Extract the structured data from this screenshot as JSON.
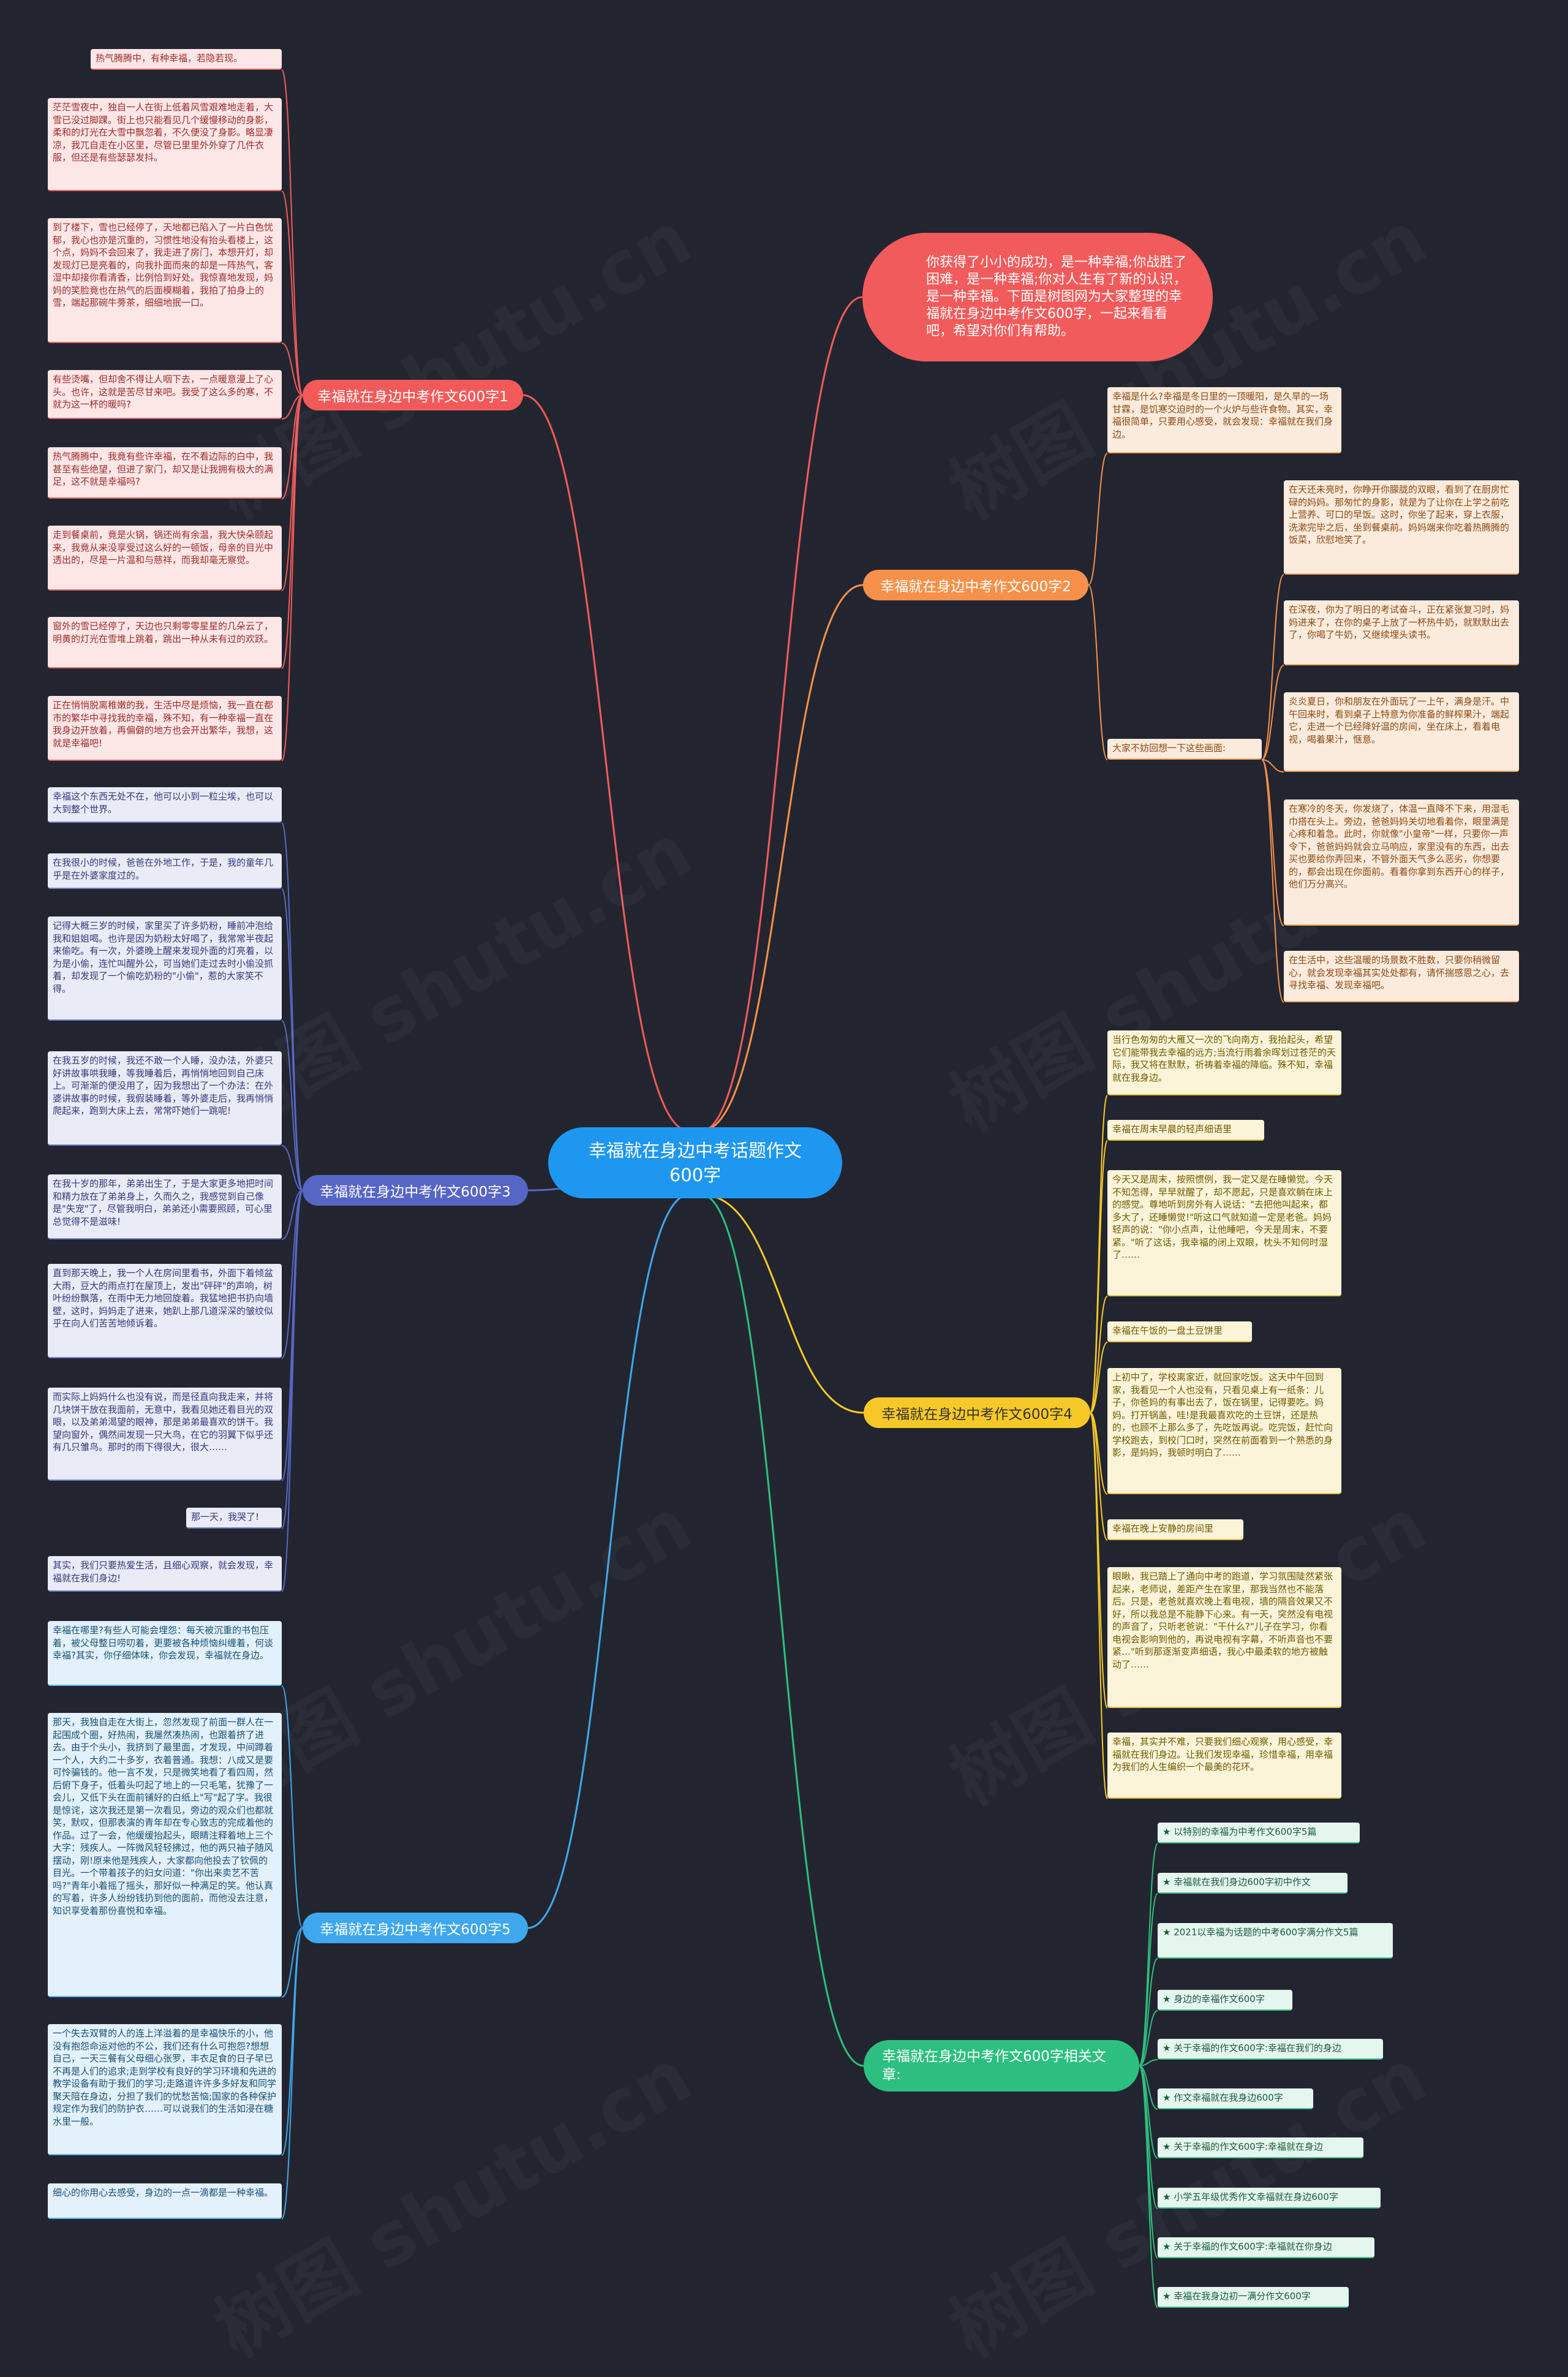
{
  "colors": {
    "background": "#22252f",
    "root": "#1e97f0",
    "intro": "#f15b5b",
    "branch1": "#f25a5a",
    "branch2": "#f7904a",
    "branch3": "#5766c4",
    "branch4": "#f7c928",
    "branch5": "#3fa8ec",
    "branch6": "#2dbf80"
  },
  "root": "幸福就在身边中考话题作文600字",
  "intro": "你获得了小小的成功，是一种幸福;你战胜了困难，是一种幸福;你对人生有了新的认识，是一种幸福。下面是树图网为大家整理的幸福就在身边中考作文600字，一起来看看吧，希望对你们有帮助。",
  "watermark": "树图 shutu.cn",
  "branches": [
    {
      "label": "幸福就在身边中考作文600字1",
      "leaves": [
        "热气腾腾中，有种幸福，若隐若现。",
        "茫茫雪夜中，独自一人在街上低着风雪艰难地走着，大雪已没过脚踝。街上也只能看见几个缓慢移动的身影，柔和的灯光在大雪中飘忽着，不久便没了身影。略显凄凉，我兀自走在小区里，尽管已里里外外穿了几件衣服，但还是有些瑟瑟发抖。",
        "到了楼下，雪也已经停了，天地都已陷入了一片白色忧郁，我心也亦是沉重的，习惯性地没有抬头看楼上，这个点，妈妈不会回来了，我走进了房门，本想开灯，却发现灯已是亮着的，向我扑面而来的却是一阵热气，客湿中却接你看清香，比例恰到好处。我惊喜地发现，妈妈的笑脸竟也在热气的后面模糊着，我拍了拍身上的雪，端起那碗牛蒡茶，细细地抿一口。",
        "有些烫嘴，但却舍不得让人咽下去，一点暖意漫上了心头。也许，这就是苦尽甘来吧。我受了这么多的寒，不就为这一杯的暖吗?",
        "热气腾腾中，我竟有些许幸福，在不看边际的白中，我甚至有些绝望，但进了家门，却又是让我拥有极大的满足，这不就是幸福吗?",
        "走到餐桌前，竟是火锅，锅还尚有余温，我大快朵颐起来，我竟从来没享受过这么好的一顿饭，母亲的目光中透出的，尽是一片温和与慈祥，而我却毫无察觉。",
        "窗外的雪已经停了，天边也只剩零零星星的几朵云了，明黄的灯光在雪堆上跳着，跳出一种从未有过的欢跃。",
        "正在悄悄脱离稚嫩的我，生活中尽是烦恼，我一直在都市的繁华中寻找我的幸福，殊不知，有一种幸福一直在我身边开放着，再偏僻的地方也会开出繁华，我想，这就是幸福吧!"
      ]
    },
    {
      "label": "幸福就在身边中考作文600字2",
      "leaves": [
        "幸福是什么?幸福是冬日里的一顶暖阳，是久旱的一场甘霖，是饥寒交迫时的一个火炉与些许食物。其实，幸福很简单，只要用心感受，就会发现：幸福就在我们身边。",
        "大家不妨回想一下这些画面:"
      ],
      "subleaves": [
        "在天还未亮时，你睁开你朦胧的双眼，看到了在厨房忙碌的妈妈。那匆忙的身影，就是为了让你在上学之前吃上营养、可口的早饭。这时，你坐了起来，穿上衣服，洗漱完毕之后，坐到餐桌前。妈妈端来你吃着热腾腾的饭菜，欣慰地笑了。",
        "在深夜，你为了明日的考试奋斗，正在紧张复习时，妈妈进来了，在你的桌子上放了一杯热牛奶，就默默出去了，你喝了牛奶，又继续埋头读书。",
        "炎炎夏日，你和朋友在外面玩了一上午，满身是汗。中午回来时，看到桌子上特意为你准备的鲜榨果汁，端起它，走进一个已经降好温的房间，坐在床上，看着电视，喝着果汁，惬意。",
        "在寒冷的冬天，你发烧了，体温一直降不下来，用湿毛巾搭在头上。旁边，爸爸妈妈关切地看着你，眼里满是心疼和着急。此时，你就像\"小皇帝\"一样，只要你一声令下，爸爸妈妈就会立马响应，家里没有的东西，出去买也要给你弄回来，不管外面天气多么恶劣，你想要的，都会出现在你面前。看着你拿到东西开心的样子，他们万分高兴。",
        "在生活中，这些温暖的场景数不胜数，只要你稍微留心，就会发现幸福其实处处都有，请怀揣感恩之心，去寻找幸福、发现幸福吧。"
      ]
    },
    {
      "label": "幸福就在身边中考作文600字3",
      "leaves": [
        "幸福这个东西无处不在，他可以小到一粒尘埃，也可以大到整个世界。",
        "在我很小的时候，爸爸在外地工作，于是，我的童年几乎是在外婆家度过的。",
        "记得大概三岁的时候，家里买了许多奶粉，睡前冲泡给我和姐姐喝。也许是因为奶粉太好喝了，我常常半夜起来偷吃。有一次，外婆晚上醒来发现外面的灯亮着，以为是小偷，连忙叫醒外公，可当她们走过去时小偷没抓着，却发现了一个偷吃奶粉的\"小偷\"，惹的大家笑不得。",
        "在我五岁的时候，我还不敢一个人睡，没办法，外婆只好讲故事哄我睡，等我睡着后，再悄悄地回到自己床上。可渐渐的便没用了，因为我想出了一个办法：在外婆讲故事的时候，我假装睡着，等外婆走后，我再悄悄爬起来，跑到大床上去，常常吓她们一跳呢!",
        "在我十岁的那年，弟弟出生了，于是大家更多地把时间和精力放在了弟弟身上，久而久之，我感觉到自己像是\"失宠\"了，尽管我明白，弟弟还小需要照顾，可心里总觉得不是滋味!",
        "直到那天晚上，我一个人在房间里看书，外面下着倾盆大雨，豆大的雨点打在屋顶上，发出\"砰砰\"的声响，树叶纷纷飘落，在雨中无力地回旋着。我猛地把书扔向墙壁，这时，妈妈走了进来，她趴上那几道深深的皱纹似乎在向人们苦苦地倾诉着。",
        "而实际上妈妈什么也没有说，而是径直向我走来，并将几块饼干放在我面前，无意中，我看见她还看目光的双眼，以及弟弟渴望的眼神，那是弟弟最喜欢的饼干。我望向窗外，偶然间发现一只大鸟，在它的羽翼下似乎还有几只雏鸟。那时的雨下得很大，很大……",
        "那一天，我哭了!",
        "其实，我们只要热爱生活，且细心观察，就会发现，幸福就在我们身边!"
      ]
    },
    {
      "label": "幸福就在身边中考作文600字4",
      "leaves": [
        "当行色匆匆的大雁又一次的飞向南方，我抬起头，希望它们能带我去幸福的远方;当流行雨着余晖划过苍茫的天际，我又将在默默，祈祷着幸福的降临。殊不知，幸福就在我身边。",
        "幸福在周末早晨的轻声细语里",
        "今天又是周末，按照惯例，我一定又是在睡懒觉。今天不知怎得，早早就醒了，却不愿起，只是喜欢躺在床上的感觉。尊地听到房外有人说话：\"去把他叫起来，都多大了，还睡懒觉!\"听这口气就知道一定是老爸。妈妈轻声的说：\"你小点声，让他睡吧，今天是周末，不要紧。\"听了这话，我幸福的闭上双眼，枕头不知何时湿了……",
        "幸福在午饭的一盘土豆饼里",
        "上初中了，学校离家近，就回家吃饭。这天中午回到家，我看见一个人也没有，只看见桌上有一纸条：儿子，你爸妈的有事出去了，饭在锅里，记得要吃。妈妈。打开锅盖，哇!是我最喜欢吃的土豆饼，还是热的，也顾不上那么多了，先吃饭再说。吃完饭，赶忙向学校跑去，到校门口时，突然在前面看到一个熟悉的身影，是妈妈，我顿时明白了……",
        "幸福在晚上安静的房间里",
        "眼瞅，我已踏上了通向中考的跑道，学习氛围陡然紧张起来，老师说，差距产生在家里，那我当然也不能落后。只是，老爸就喜欢晚上看电视，墙的隔音效果又不好，所以我总是不能静下心来。有一天，突然没有电视的声音了，只听老爸说：\"干什么?\"儿子在学习，你看电视会影响到他的，再说电视有字幕，不听声音也不要紧…\"听到那逐渐变声细语，我心中最柔软的地方被触动了……",
        "幸福，其实并不难，只要我们细心观察，用心感受，幸福就在我们身边。让我们发现幸福，珍惜幸福，用幸福为我们的人生编织一个最美的花环。"
      ]
    },
    {
      "label": "幸福就在身边中考作文600字5",
      "leaves": [
        "幸福在哪里?有些人可能会埋怨：每天被沉重的书包压着，被父母整日唠叨着，更要被各种烦恼纠缠着，何谈幸福?其实，你仔细体味，你会发现，幸福就在身边。",
        "那天，我独自走在大街上，忽然发现了前面一群人在一起围成个圈，好热闹，我屡然凑热闹，也跟着挤了进去。由于个头小，我挤到了最里面，才发现，中间蹲着一个人，大约二十多岁，衣着普通。我想：八成又是要可怜骗钱的。他一言不发，只是微笑地看了看四周，然后俯下身子，低着头叼起了地上的一只毛笔，犹豫了一会儿，又低下头在面前铺好的白纸上\"写\"起了字。我很是惊诧，这次我还是第一次看见，旁边的观众们也都就笑，默叹，但那表演的青年却在专心致志的完成着他的作品。过了一会，他缓缓抬起头，眼睛注释着地上三个大字：残疾人。一阵微风轻轻拂过，他的两只袖子随风摆动，刚!原来他是残疾人，大家都向他投去了钦佩的目光。一个带着孩子的妇女问道：\"你出来卖艺不苦吗?\"青年小着摇了摇头，那好似一种满足的笑。他认真的写着，许多人纷纷钱扔到他的面前，而他没去注意，知识享受着那份喜悦和幸福。",
        "一个失去双臂的人的连上洋溢着的是幸福快乐的小，他没有抱怨命运对他的不公，我们还有什么可抱怨?想想自己，一天三餐有父母细心张罗，丰衣足食的日子早已不再是人们的追求;走到学校有良好的学习环境和先进的教学设备有助于我们的学习;走路道许许多多好友和同学聚天陪在身边，分担了我们的忧愁苦恼;国家的各种保护规定作为我们的防护衣……可以说我们的生活如浸在糖水里一般。",
        "细心的你用心去感受，身边的一点一滴都是一种幸福。"
      ]
    },
    {
      "label": "幸福就在身边中考作文600字相关文章:",
      "leaves": [
        "★ 以特别的幸福为中考作文600字5篇",
        "★ 幸福就在我们身边600字初中作文",
        "★ 2021以幸福为话题的中考600字满分作文5篇",
        "★ 身边的幸福作文600字",
        "★ 关于幸福的作文600字:幸福在我们的身边",
        "★ 作文幸福就在我身边600字",
        "★ 关于幸福的作文600字:幸福就在身边",
        "★ 小学五年级优秀作文幸福就在身边600字",
        "★ 关于幸福的作文600字:幸福就在你身边",
        "★ 幸福在我身边初一满分作文600字"
      ]
    }
  ]
}
